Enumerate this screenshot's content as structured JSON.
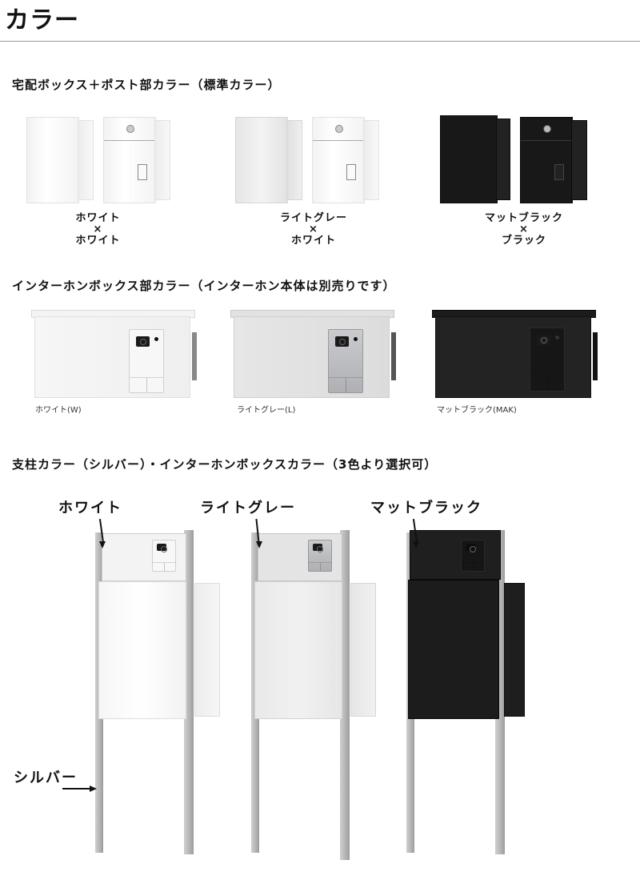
{
  "page_title": "カラー",
  "sections": {
    "delivery": {
      "heading": "宅配ボックス＋ポスト部カラー（標準カラー）",
      "items": [
        {
          "line1": "ホワイト",
          "times": "×",
          "line2": "ホワイト",
          "box_color": "#ffffff",
          "post_color": "#ffffff"
        },
        {
          "line1": "ライトグレー",
          "times": "×",
          "line2": "ホワイト",
          "box_color": "#ececec",
          "post_color": "#ffffff"
        },
        {
          "line1": "マットブラック",
          "times": "×",
          "line2": "ブラック",
          "box_color": "#181818",
          "post_color": "#181818"
        }
      ]
    },
    "intercom": {
      "heading": "インターホンボックス部カラー（インターホン本体は別売りです）",
      "items": [
        {
          "label": "ホワイト(W)",
          "color": "#f4f4f4"
        },
        {
          "label": "ライトグレー(L)",
          "color": "#e0e0e0"
        },
        {
          "label": "マットブラック(MAK)",
          "color": "#1f1f1f"
        }
      ]
    },
    "stand": {
      "heading": "支柱カラー（シルバー）・インターホンボックスカラー（3色より選択可）",
      "labels": [
        "ホワイト",
        "ライトグレー",
        "マットブラック"
      ],
      "post_label": "シルバー",
      "post_color": "#b8b8b8"
    }
  }
}
